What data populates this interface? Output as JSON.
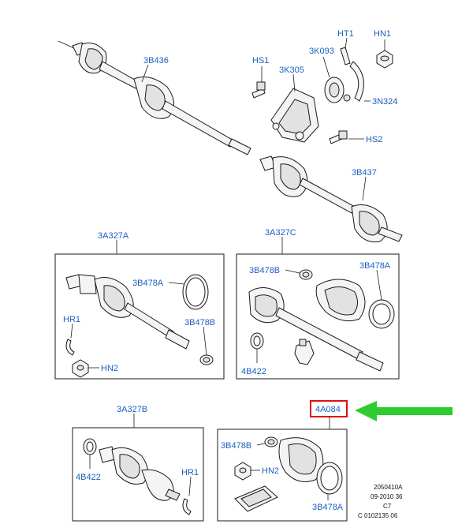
{
  "labels": {
    "b3b436": "3B436",
    "hs1": "HS1",
    "k3k305": "3K305",
    "k3k093": "3K093",
    "ht1": "HT1",
    "hn1_top": "HN1",
    "n3n324": "3N324",
    "hs2": "HS2",
    "b3b437": "3B437",
    "a3a327a": "3A327A",
    "b3b478a_a": "3B478A",
    "hr1_a": "HR1",
    "b3b478b_a": "3B478B",
    "hn2_a": "HN2",
    "a3a327c": "3A327C",
    "b3b478b_c": "3B478B",
    "b3b478a_c": "3B478A",
    "b4b422_c": "4B422",
    "a3a327b": "3A327B",
    "b4b422_b": "4B422",
    "hr1_b": "HR1",
    "a4a084": "4A084",
    "b3b478b_k": "3B478B",
    "hn2_k": "HN2",
    "b3b478a_k": "3B478A"
  },
  "footer": {
    "line1": "2050410A",
    "line2": "09-2010 36",
    "line3": "C7",
    "line4": "C 0102135 06"
  },
  "colors": {
    "label": "#1f5fbf",
    "highlight_box": "#e01010",
    "arrow": "#2ecc2e"
  }
}
